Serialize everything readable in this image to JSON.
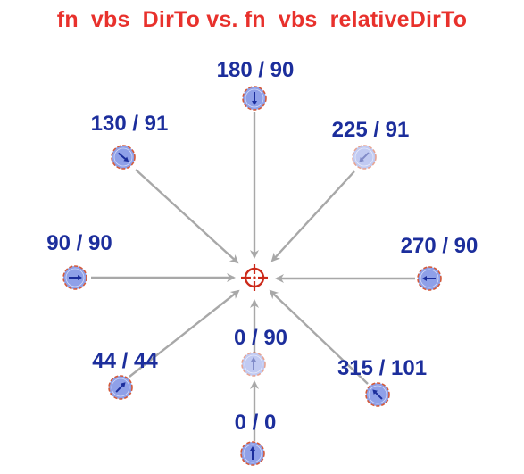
{
  "title": "fn_vbs_DirTo vs. fn_vbs_relativeDirTo",
  "center": {
    "name": "target-crosshair-icon",
    "color": "#cc2a1a"
  },
  "colors": {
    "arrow": "#a8a8a8",
    "unit_fill": "#8fa0e8",
    "unit_ring": "#d45a3a",
    "unit_mark": "#1c2e9c",
    "label": "#1c2e9c"
  },
  "units": [
    {
      "id": "north",
      "label": "180 / 90",
      "dir_to": 180,
      "relative_dir_to": 90,
      "faint": false
    },
    {
      "id": "northeast",
      "label": "225 / 91",
      "dir_to": 225,
      "relative_dir_to": 91,
      "faint": true
    },
    {
      "id": "east",
      "label": "270 / 90",
      "dir_to": 270,
      "relative_dir_to": 90,
      "faint": false
    },
    {
      "id": "southeast",
      "label": "315 / 101",
      "dir_to": 315,
      "relative_dir_to": 101,
      "faint": false
    },
    {
      "id": "south-inner",
      "label": "0 / 90",
      "dir_to": 0,
      "relative_dir_to": 90,
      "faint": true
    },
    {
      "id": "south-outer",
      "label": "0 / 0",
      "dir_to": 0,
      "relative_dir_to": 0,
      "faint": false
    },
    {
      "id": "southwest",
      "label": "44 / 44",
      "dir_to": 44,
      "relative_dir_to": 44,
      "faint": false
    },
    {
      "id": "west",
      "label": "90 / 90",
      "dir_to": 90,
      "relative_dir_to": 90,
      "faint": false
    },
    {
      "id": "northwest",
      "label": "130 / 91",
      "dir_to": 130,
      "relative_dir_to": 91,
      "faint": false
    }
  ]
}
